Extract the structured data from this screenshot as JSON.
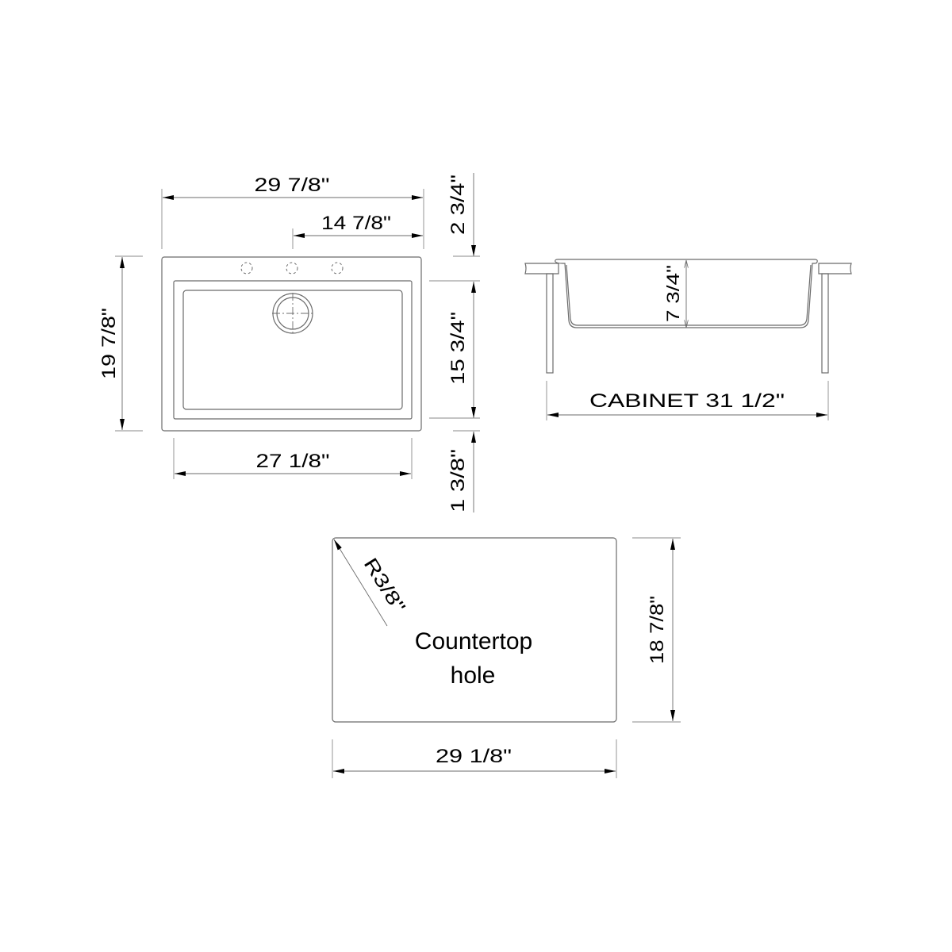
{
  "diagram": {
    "type": "technical-drawing",
    "subject": "Top-mount kitchen sink dimension drawing",
    "line_color": "#6b6b6b",
    "text_color": "#000000",
    "background": "#ffffff"
  },
  "top_view": {
    "overall_width": "29  7/8\"",
    "drain_offset": "14  7/8\"",
    "overall_depth": "19 7/8\"",
    "bowl_width": "27  1/8\"",
    "rear_deck": "2 3/4\"",
    "bowl_depth_inner": "15 3/4\"",
    "front_rim": "1 3/8\"",
    "faucet_holes": 3
  },
  "side_view": {
    "bowl_depth": "7  3/4\"",
    "cabinet_label": "CABINET 31  1/2\""
  },
  "cutout_view": {
    "label_line1": "Countertop",
    "label_line2": "hole",
    "corner_radius": "R3/8\"",
    "cutout_depth": "18  7/8\"",
    "cutout_width": "29  1/8\""
  }
}
